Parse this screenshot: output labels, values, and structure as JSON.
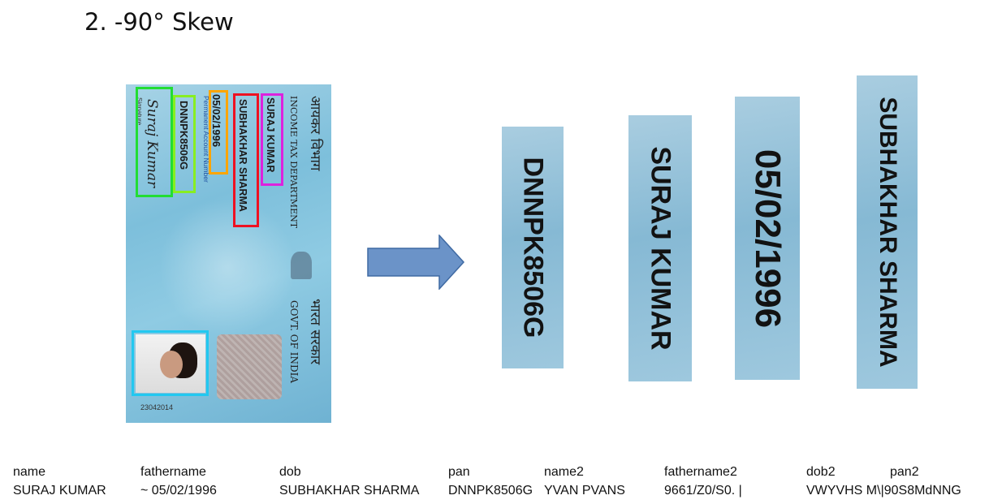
{
  "title": "2. -90° Skew",
  "card": {
    "signature_label": "Signature",
    "signature": "Suraj Kumar",
    "pan_number": "DNNPK8506G",
    "pan_label": "Permanent Account Number",
    "dob": "05/02/1996",
    "father_name": "SUBHAKHAR SHARMA",
    "name": "SURAJ KUMAR",
    "dept_english": "INCOME TAX DEPARTMENT",
    "dept_hindi": "आयकर विभाग",
    "govt_english": "GOVT. OF INDIA",
    "govt_hindi": "भारत सरकार",
    "card_code": "23042014",
    "box_colors": {
      "signature": "#22dd33",
      "pan": "#88ee22",
      "dob": "#ffa500",
      "father": "#ee1122",
      "name": "#dd22dd",
      "photo": "#22c8f0"
    }
  },
  "arrow_color": "#6b93c8",
  "strips": [
    {
      "text": "DNNPK8506G"
    },
    {
      "text": "SURAJ KUMAR"
    },
    {
      "text": "05/02/1996"
    },
    {
      "text": "SUBHAKHAR SHARMA"
    }
  ],
  "table": {
    "headers": [
      "name",
      "fathername",
      "dob",
      "pan",
      "name2",
      "fathername2",
      "dob2",
      "pan2"
    ],
    "values": [
      "SURAJ KUMAR",
      "~ 05/02/1996",
      "SUBHAKHAR SHARMA",
      "DNNPK8506G",
      "YVAN PVANS",
      "9661/Z0/S0. |",
      "VWYVHS M\\|90S8MdNNG",
      ""
    ]
  }
}
